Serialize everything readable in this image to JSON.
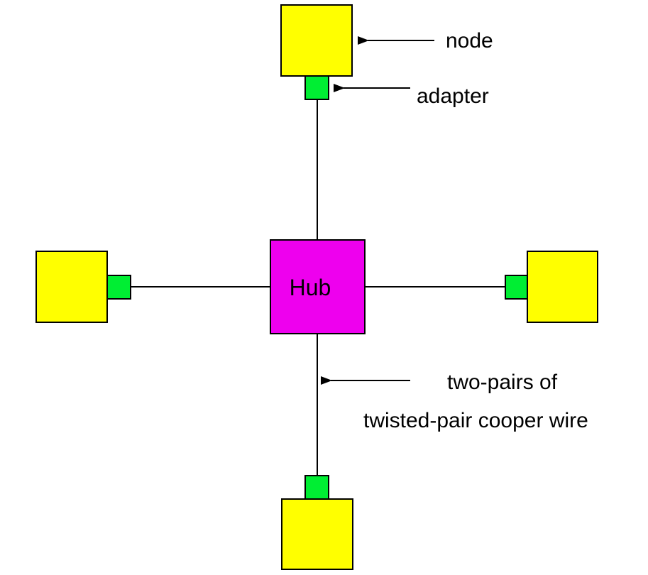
{
  "diagram": {
    "hub_label": "Hub",
    "annotations": {
      "node": "node",
      "adapter": "adapter",
      "wire_line1": "two-pairs of",
      "wire_line2": "twisted-pair cooper wire"
    },
    "colors": {
      "node_fill": "#ffff00",
      "adapter_fill": "#00ee33",
      "hub_fill": "#ee00ee",
      "stroke": "#000000",
      "background": "#ffffff"
    },
    "nodes": [
      "top",
      "left",
      "right",
      "bottom"
    ]
  }
}
